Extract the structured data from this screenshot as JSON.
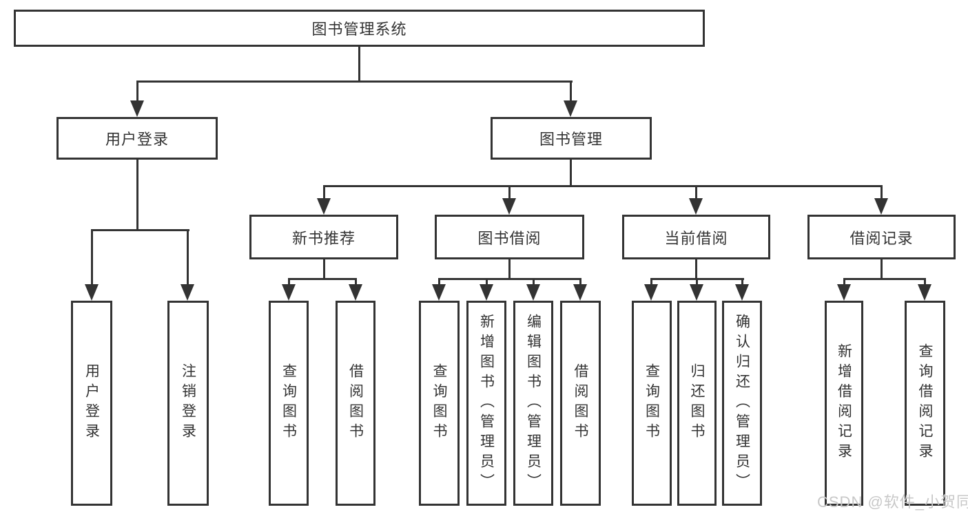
{
  "tree": {
    "label": "图书管理系统",
    "children": [
      {
        "label": "用户登录",
        "children": [
          {
            "label": "用户登录"
          },
          {
            "label": "注销登录"
          }
        ]
      },
      {
        "label": "图书管理",
        "children": [
          {
            "label": "新书推荐",
            "children": [
              {
                "label": "查询图书"
              },
              {
                "label": "借阅图书"
              }
            ]
          },
          {
            "label": "图书借阅",
            "children": [
              {
                "label": "查询图书"
              },
              {
                "label": "新增图书（管理员）"
              },
              {
                "label": "编辑图书（管理员）"
              },
              {
                "label": "借阅图书"
              }
            ]
          },
          {
            "label": "当前借阅",
            "children": [
              {
                "label": "查询图书"
              },
              {
                "label": "归还图书"
              },
              {
                "label": "确认归还（管理员）"
              }
            ]
          },
          {
            "label": "借阅记录",
            "children": [
              {
                "label": "新增借阅记录"
              },
              {
                "label": "查询借阅记录"
              }
            ]
          }
        ]
      }
    ]
  },
  "watermark": {
    "text": "CSDN @软件_小贺同学"
  },
  "colors": {
    "line": "#333333",
    "text": "#333333",
    "box_fill": "#ffffff",
    "background": "#ffffff",
    "watermark": "#c8c8c8"
  }
}
